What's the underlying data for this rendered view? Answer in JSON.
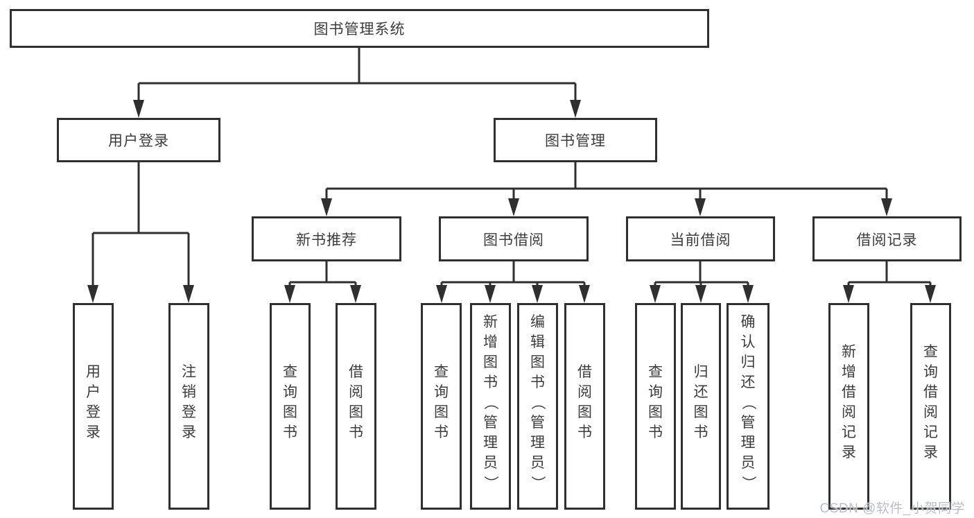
{
  "diagram": {
    "root": {
      "label": "图书管理系统"
    },
    "level1": [
      {
        "id": "user-login",
        "label": "用户登录",
        "children": [
          "用户登录",
          "注销登录"
        ]
      },
      {
        "id": "book-management",
        "label": "图书管理",
        "groups": [
          {
            "label": "新书推荐",
            "children": [
              "查询图书",
              "借阅图书"
            ]
          },
          {
            "label": "图书借阅",
            "children": [
              "查询图书",
              "新增图书（管理员）",
              "编辑图书（管理员）",
              "借阅图书"
            ]
          },
          {
            "label": "当前借阅",
            "children": [
              "查询图书",
              "归还图书",
              "确认归还（管理员）"
            ]
          },
          {
            "label": "借阅记录",
            "children": [
              "新增借阅记录",
              "查询借阅记录"
            ]
          }
        ]
      }
    ]
  },
  "colors": {
    "line": "#2f2f2f",
    "text": "#3c3c3c",
    "watermark": "#b9bec6",
    "background": "#ffffff"
  },
  "watermark": {
    "text": "CSDN @软件_小贺同学"
  }
}
